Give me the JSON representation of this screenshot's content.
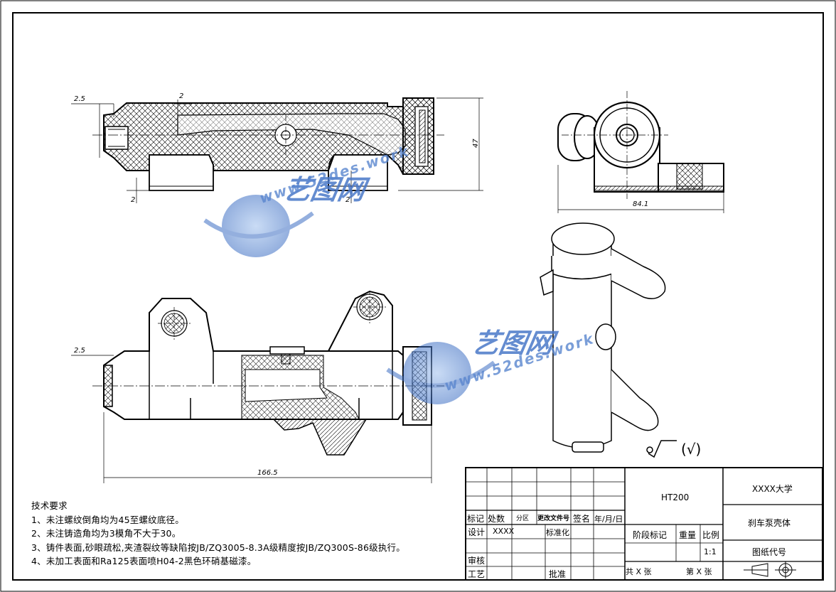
{
  "dimensions": {
    "top_left_offset": "2.5",
    "top_chamfer": "2",
    "bottom_left_chamfer": "2",
    "bottom_right_chamfer": "2",
    "height": "47",
    "side_width": "84.1",
    "front_left_offset": "2.5",
    "overall_length": "166.5"
  },
  "watermark": {
    "logo_text": "艺图网",
    "url": "www.52des.work"
  },
  "roughness": {
    "symbol_paren": "(√)"
  },
  "tech_requirements": {
    "title": "技术要求",
    "items": [
      "1、未注螺纹倒角均为45至螺纹底径。",
      "2、未注铸造角均为3模角不大于30。",
      "3、铸件表面,砂眼疏松,夹渣裂纹等缺陷按JB/ZQ3005-8.3A级精度按JB/ZQ300S-86级执行。",
      "4、未加工表面和Ra125表面喷H04-2黑色环硝基磁漆。"
    ]
  },
  "title_block": {
    "material": "HT200",
    "school": "XXXX大学",
    "part_name": "刹车泵壳体",
    "drawing_code": "图纸代号",
    "row_labels": {
      "mark": "标记",
      "count": "处数",
      "zone": "分区",
      "doc_no": "更改文件号",
      "sign": "签名",
      "date": "年/月/日",
      "design": "设计",
      "designer": "XXXX",
      "standardize": "标准化",
      "review": "审核",
      "process": "工艺",
      "approve": "批准"
    },
    "stage_mark": "阶段标记",
    "weight": "重量",
    "scale_label": "比例",
    "scale": "1:1",
    "total_sheets": "共 X 张",
    "sheet_no": "第 X 张"
  }
}
